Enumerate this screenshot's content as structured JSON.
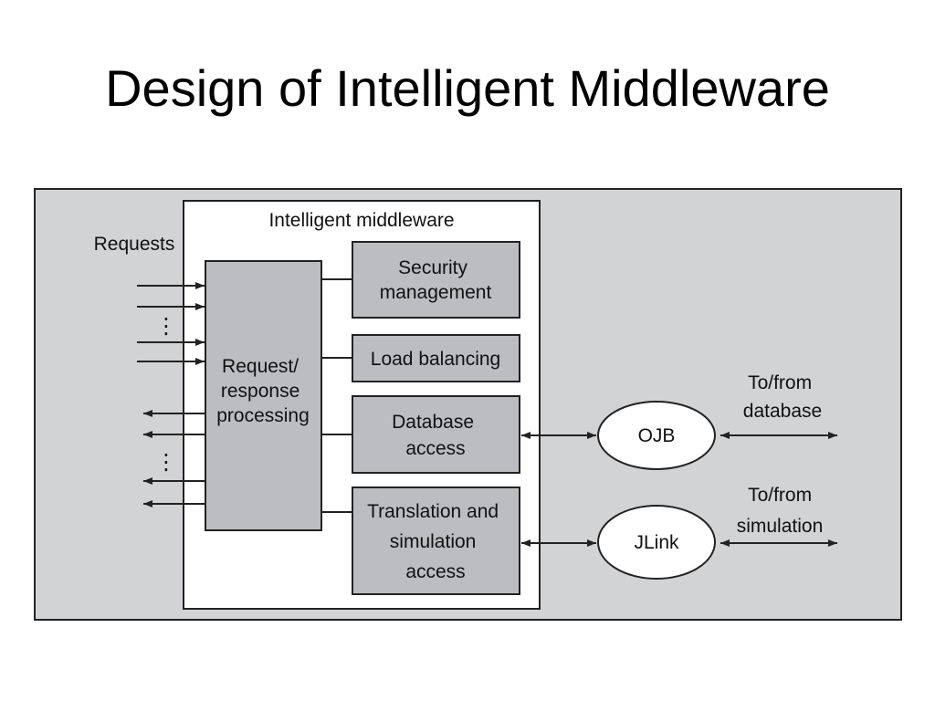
{
  "slide": {
    "title": "Design of Intelligent Middleware"
  },
  "diagram": {
    "container_label": "Intelligent middleware",
    "requests_label": "Requests",
    "request_processor": {
      "lines": [
        "Request/",
        "response",
        "processing"
      ]
    },
    "modules": [
      {
        "lines": [
          "Security",
          "management"
        ]
      },
      {
        "lines": [
          "Load balancing"
        ]
      },
      {
        "lines": [
          "Database",
          "access"
        ]
      },
      {
        "lines": [
          "Translation and",
          "simulation",
          "access"
        ]
      }
    ],
    "connectors": [
      {
        "label": "OJB"
      },
      {
        "label": "JLink"
      }
    ],
    "external_labels": [
      {
        "lines": [
          "To/from",
          "database"
        ]
      },
      {
        "lines": [
          "To/from",
          "simulation"
        ]
      }
    ],
    "ellipsis_glyph": "⋮",
    "colors": {
      "panel": "#d2d3d5",
      "module_fill": "#bcbdc0",
      "border": "#222222",
      "white": "#ffffff"
    }
  }
}
